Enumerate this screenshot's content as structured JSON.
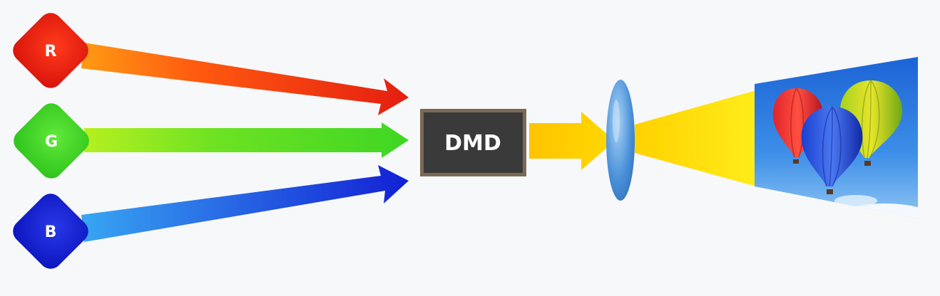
{
  "sources": [
    {
      "label": "R",
      "color": "#e41e10"
    },
    {
      "label": "G",
      "color": "#3fd624"
    },
    {
      "label": "B",
      "color": "#1220d4"
    }
  ],
  "dmd": {
    "label": "DMD"
  },
  "colors": {
    "background": "#f7f8fa",
    "red": "#e41e10",
    "green": "#3fd624",
    "blue": "#1220d4",
    "dmd_body": "#3a3a3a",
    "dmd_border": "#7a6a55",
    "beam": "#ffd200",
    "lens": "#4a90d9",
    "sky": "#2f7fe0"
  },
  "icons": {
    "lens": "lens-icon",
    "screen": "projected-image-hot-air-balloons"
  }
}
